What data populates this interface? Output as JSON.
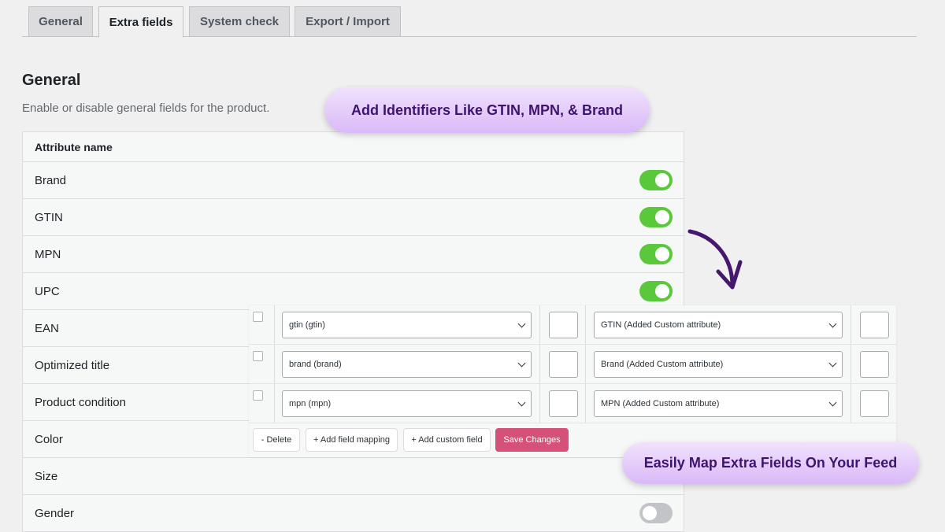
{
  "tabs": [
    "General",
    "Extra fields",
    "System check",
    "Export / Import"
  ],
  "active_tab": "Extra fields",
  "section": {
    "title": "General",
    "description": "Enable or disable general fields for the product."
  },
  "table": {
    "header": "Attribute name",
    "rows": [
      {
        "label": "Brand",
        "enabled": true
      },
      {
        "label": "GTIN",
        "enabled": true
      },
      {
        "label": "MPN",
        "enabled": true
      },
      {
        "label": "UPC",
        "enabled": true
      },
      {
        "label": "EAN",
        "enabled": null
      },
      {
        "label": "Optimized title",
        "enabled": null
      },
      {
        "label": "Product condition",
        "enabled": null
      },
      {
        "label": "Color",
        "enabled": null
      },
      {
        "label": "Size",
        "enabled": null
      },
      {
        "label": "Gender",
        "enabled": false
      }
    ]
  },
  "mapping": {
    "rows": [
      {
        "source": "gtin (gtin)",
        "target": "GTIN (Added Custom attribute)"
      },
      {
        "source": "brand (brand)",
        "target": "Brand (Added Custom attribute)"
      },
      {
        "source": "mpn (mpn)",
        "target": "MPN (Added Custom attribute)"
      }
    ],
    "buttons": {
      "delete": "- Delete",
      "add_mapping": "+ Add field mapping",
      "add_custom": "+ Add custom field",
      "save": "Save Changes"
    }
  },
  "callouts": {
    "top": "Add Identifiers Like GTIN, MPN, & Brand",
    "bottom": "Easily Map Extra Fields On Your Feed"
  },
  "colors": {
    "toggle_on": "#5ac83b",
    "save": "#d5517a",
    "callout_text": "#3f1470",
    "arrow": "#45186e"
  }
}
